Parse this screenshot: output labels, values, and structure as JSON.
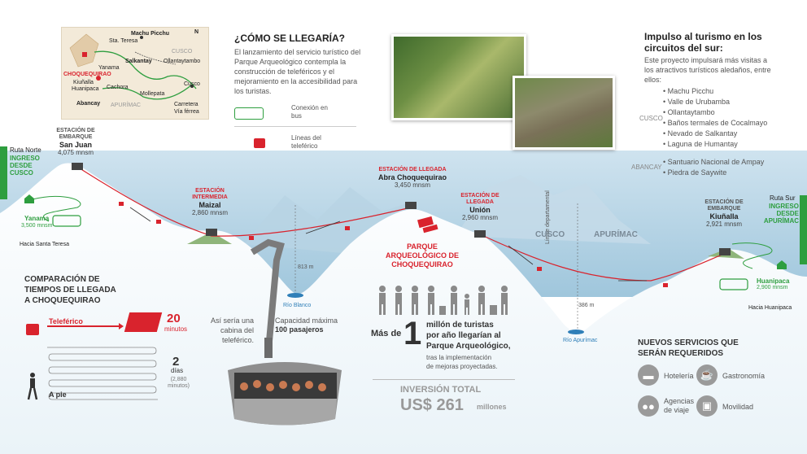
{
  "map": {
    "labels": [
      "Machu Picchu",
      "Sta. Teresa",
      "CUSCO",
      "Salkantay",
      "Ollantaytambo",
      "Yanama",
      "CHOQUEQUIRAO",
      "Kiuñalla",
      "Huanipaca",
      "Cachora",
      "Mollepata",
      "Cusco",
      "Abancay",
      "APURÍMAC"
    ],
    "legend_road": "Carretera",
    "legend_rail": "Vía férrea",
    "north": "N"
  },
  "como": {
    "title": "¿CÓMO SE LLEGARÍA?",
    "body": "El lanzamiento del servicio turístico del Parque Arqueológico contempla la construcción de teleféricos y el mejoramiento en la accesibilidad para los turistas.",
    "bus_label": "Conexión en bus",
    "cable_label": "Líneas del teleférico"
  },
  "turismo": {
    "title": "Impulso al turismo en los circuitos del sur:",
    "body": "Este proyecto impulsará más visitas a los atractivos turísticos aledaños, entre ellos:",
    "cusco_label": "CUSCO",
    "cusco_items": [
      "Machu Picchu",
      "Valle de Urubamba",
      "Ollantaytambo",
      "Baños termales de Cocalmayo",
      "Nevado de Salkantay",
      "Laguna de Humantay"
    ],
    "abancay_label": "ABANCAY",
    "abancay_items": [
      "Santuario Nacional de Ampay",
      "Piedra de Saywite"
    ]
  },
  "route": {
    "norte_label": "Ruta Norte",
    "norte_ingreso": "INGRESO DESDE CUSCO",
    "sur_label": "Ruta Sur",
    "sur_ingreso": "INGRESO DESDE APURÍMAC",
    "yanama_name": "Yanama",
    "yanama_alt": "3,500 mnsm",
    "hacia_santa_teresa": "Hacia Santa Teresa",
    "huanipaca_name": "Huanipaca",
    "huanipaca_alt": "2,900 mnsm",
    "hacia_huanipaca": "Hacia Huanipaca",
    "rio_blanco": "Río Blanco",
    "rio_blanco_depth": "813 m",
    "rio_apurimac": "Río Apurímac",
    "rio_apurimac_depth": "386 m",
    "limite": "Límite departamental",
    "cusco_region": "CUSCO",
    "apurimac_region": "APURÍMAC"
  },
  "stations": [
    {
      "type": "ESTACIÓN DE EMBARQUE",
      "name": "San Juan",
      "alt": "4,075 mnsm",
      "color": "#555555"
    },
    {
      "type": "ESTACIÓN INTERMEDIA",
      "name": "Maizal",
      "alt": "2,860 mnsm",
      "color": "#d9232d"
    },
    {
      "type": "ESTACIÓN DE LLEGADA",
      "name": "Abra Choquequirao",
      "alt": "3,450 mnsm",
      "color": "#d9232d"
    },
    {
      "type": "ESTACIÓN DE LLEGADA",
      "name": "Unión",
      "alt": "2,960 mnsm",
      "color": "#d9232d"
    },
    {
      "type": "ESTACIÓN DE EMBARQUE",
      "name": "Kiuñalla",
      "alt": "2,921 mnsm",
      "color": "#555555"
    }
  ],
  "parque": "PARQUE ARQUEOLÓGICO DE CHOQUEQUIRAO",
  "cabina": {
    "caption": "Así sería una cabina del teleférico.",
    "capacidad": "Capacidad máxima",
    "pasajeros": "100 pasajeros"
  },
  "comparacion": {
    "title": "COMPARACIÓN DE TIEMPOS DE LLEGADA A CHOQUEQUIRAO",
    "teleferico": "Teleférico",
    "tele_time": "20",
    "tele_unit": "minutos",
    "pie": "A pie",
    "pie_time": "2",
    "pie_unit": "días",
    "pie_minutes": "(2,880 minutos)"
  },
  "turistas": {
    "mas_de": "Más de",
    "number": "1",
    "line1": "millón de turistas",
    "line2": "por año llegarían al",
    "line3": "Parque Arqueológico,",
    "line4": "tras la implementación",
    "line5": "de mejoras proyectadas."
  },
  "inversion": {
    "title": "INVERSIÓN TOTAL",
    "amount": "US$ 261",
    "unit": "millones"
  },
  "servicios": {
    "title": "NUEVOS SERVICIOS QUE SERÁN REQUERIDOS",
    "items": [
      "Hotelería",
      "Gastronomía",
      "Agencias de viaje",
      "Movilidad"
    ]
  }
}
